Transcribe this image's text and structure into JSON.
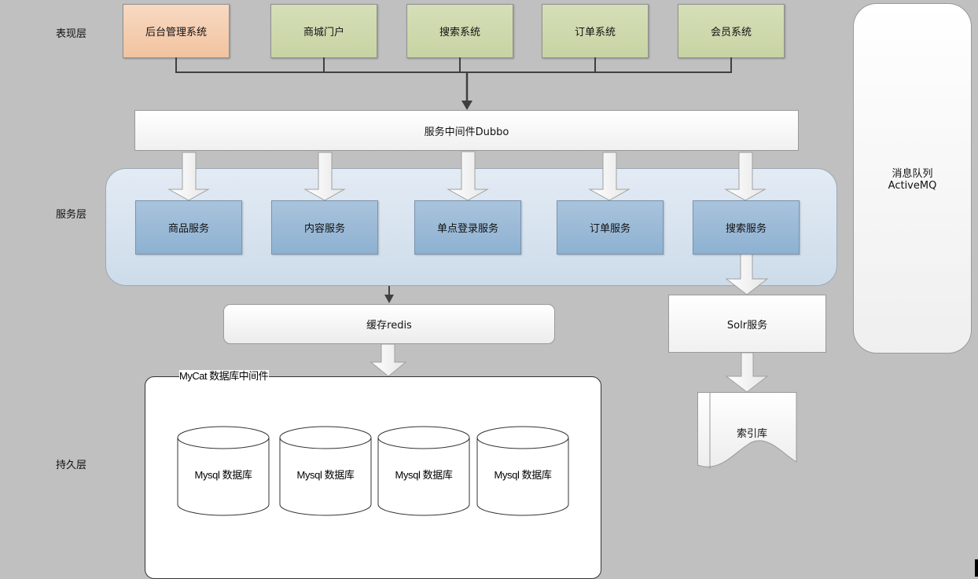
{
  "layers": {
    "presentation": "表现层",
    "service": "服务层",
    "persistence": "持久层"
  },
  "presentation_systems": [
    {
      "label": "后台管理系统",
      "color": "#f4c8a8"
    },
    {
      "label": "商城门户",
      "color": "#cfdaaf"
    },
    {
      "label": "搜索系统",
      "color": "#cfdaaf"
    },
    {
      "label": "订单系统",
      "color": "#cfdaaf"
    },
    {
      "label": "会员系统",
      "color": "#cfdaaf"
    }
  ],
  "middleware": {
    "label": "服务中间件Dubbo"
  },
  "services": [
    {
      "label": "商品服务"
    },
    {
      "label": "内容服务"
    },
    {
      "label": "单点登录服务"
    },
    {
      "label": "订单服务"
    },
    {
      "label": "搜索服务"
    }
  ],
  "cache": {
    "label": "缓存redis"
  },
  "solr": {
    "label": "Solr服务"
  },
  "index_store": {
    "label": "索引库"
  },
  "message_queue": {
    "line1": "消息队列",
    "line2": "ActiveMQ"
  },
  "db_middleware": {
    "title": "MyCat 数据库中间件",
    "databases": [
      {
        "label": "Mysql 数据库"
      },
      {
        "label": "Mysql 数据库"
      },
      {
        "label": "Mysql 数据库"
      },
      {
        "label": "Mysql 数据库"
      }
    ]
  },
  "colors": {
    "background": "#c0c0c0",
    "service_box": "#9dbbd8",
    "service_panel": "#d8e4ef",
    "connector": "#404040"
  }
}
